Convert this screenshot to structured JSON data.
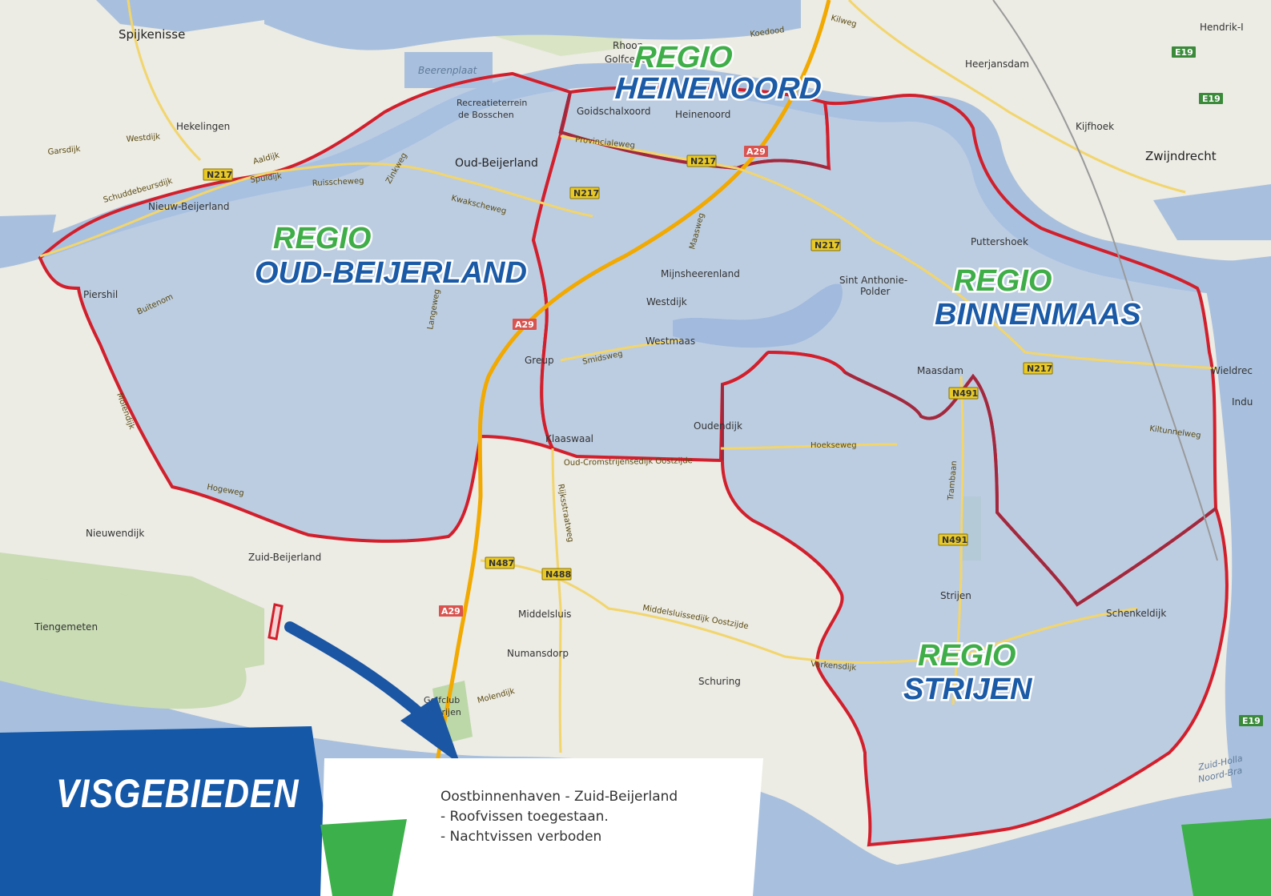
{
  "places": [
    {
      "key": "spijkenisse",
      "label": "Spijkenisse"
    },
    {
      "key": "hekelingen",
      "label": "Hekelingen"
    },
    {
      "key": "beerenplaat",
      "label": "Beerenplaat"
    },
    {
      "key": "rhoon",
      "label": "Rhoon"
    },
    {
      "key": "golfcent",
      "label": "Golfcent"
    },
    {
      "key": "recreatie",
      "label": "Recreatieterrein"
    },
    {
      "key": "bosschen",
      "label": "de Bosschen"
    },
    {
      "key": "goidschalxoord",
      "label": "Goidschalxoord"
    },
    {
      "key": "heinenoord",
      "label": "Heinenoord"
    },
    {
      "key": "oud_beijerland",
      "label": "Oud-Beijerland"
    },
    {
      "key": "nieuw_beijerland",
      "label": "Nieuw-Beijerland"
    },
    {
      "key": "piershil",
      "label": "Piershil"
    },
    {
      "key": "mijnsheerenland",
      "label": "Mijnsheerenland"
    },
    {
      "key": "westdijk",
      "label": "Westdijk"
    },
    {
      "key": "westmaas",
      "label": "Westmaas"
    },
    {
      "key": "greup",
      "label": "Greup"
    },
    {
      "key": "klaaswaal",
      "label": "Klaaswaal"
    },
    {
      "key": "oudendijk",
      "label": "Oudendijk"
    },
    {
      "key": "sint_anthonie",
      "label": "Sint Anthonie-"
    },
    {
      "key": "polder",
      "label": "Polder"
    },
    {
      "key": "puttershoek",
      "label": "Puttershoek"
    },
    {
      "key": "maasdam",
      "label": "Maasdam"
    },
    {
      "key": "heerjansdam",
      "label": "Heerjansdam"
    },
    {
      "key": "kijfhoek",
      "label": "Kijfhoek"
    },
    {
      "key": "zwijndrecht",
      "label": "Zwijndrecht"
    },
    {
      "key": "hendrik",
      "label": "Hendrik-I"
    },
    {
      "key": "wieldrec",
      "label": "Wieldrec"
    },
    {
      "key": "indu",
      "label": "Indu"
    },
    {
      "key": "nieuwendijk",
      "label": "Nieuwendijk"
    },
    {
      "key": "zuid_beijerland",
      "label": "Zuid-Beijerland"
    },
    {
      "key": "tiengemeten",
      "label": "Tiengemeten"
    },
    {
      "key": "middelsluis",
      "label": "Middelsluis"
    },
    {
      "key": "numansdorp",
      "label": "Numansdorp"
    },
    {
      "key": "schuring",
      "label": "Schuring"
    },
    {
      "key": "strijen",
      "label": "Strijen"
    },
    {
      "key": "schenkeldijk",
      "label": "Schenkeldijk"
    },
    {
      "key": "golfclub",
      "label": "Golfclub"
    },
    {
      "key": "cromstrijen",
      "label": "Cromstrijen"
    },
    {
      "key": "zuid_holland",
      "label": "Zuid-Holla"
    },
    {
      "key": "noord_bra",
      "label": "Noord-Bra"
    }
  ],
  "roads": [
    {
      "key": "garsdijk",
      "label": "Garsdijk"
    },
    {
      "key": "westdijk_r",
      "label": "Westdijk"
    },
    {
      "key": "aaldijk",
      "label": "Aaldijk"
    },
    {
      "key": "schuddebeursdijk",
      "label": "Schuddebeursdijk"
    },
    {
      "key": "spuidijk",
      "label": "Spuidijk"
    },
    {
      "key": "ruisscheweg",
      "label": "Ruisscheweg"
    },
    {
      "key": "zinkweg",
      "label": "Zinkweg"
    },
    {
      "key": "kwakscheweg",
      "label": "Kwakscheweg"
    },
    {
      "key": "provincialeweg",
      "label": "Provincialeweg"
    },
    {
      "key": "buitenom",
      "label": "Buitenom"
    },
    {
      "key": "langeweg",
      "label": "Langeweg"
    },
    {
      "key": "maasweg",
      "label": "Maasweg"
    },
    {
      "key": "smidsweg",
      "label": "Smidsweg"
    },
    {
      "key": "hoekseweg",
      "label": "Hoekseweg"
    },
    {
      "key": "oud_cromstrijensedijk",
      "label": "Oud-Cromstrijensedijk Oostzijde"
    },
    {
      "key": "hogeweg",
      "label": "Hogeweg"
    },
    {
      "key": "rijksstraatweg",
      "label": "Rijksstraatweg"
    },
    {
      "key": "middelsluissedijk",
      "label": "Middelsluissedijk Oostzijde"
    },
    {
      "key": "trambaan",
      "label": "Trambaan"
    },
    {
      "key": "kiltunnelweg",
      "label": "Kiltunnelweg"
    },
    {
      "key": "varkensdijk",
      "label": "Varkensdijk"
    },
    {
      "key": "molendijk",
      "label": "Molendijk"
    },
    {
      "key": "koedood",
      "label": "Koedood"
    },
    {
      "key": "kilweg",
      "label": "Kilweg"
    },
    {
      "key": "molendijk_w",
      "label": "Molendijk"
    }
  ],
  "shields": [
    {
      "key": "n217a",
      "label": "N217",
      "color": "#e8c928"
    },
    {
      "key": "n217b",
      "label": "N217",
      "color": "#e8c928"
    },
    {
      "key": "n217c",
      "label": "N217",
      "color": "#e8c928"
    },
    {
      "key": "n217d",
      "label": "N217",
      "color": "#e8c928"
    },
    {
      "key": "n217e",
      "label": "N217",
      "color": "#e8c928"
    },
    {
      "key": "a29a",
      "label": "A29",
      "color": "#d9534f"
    },
    {
      "key": "a29b",
      "label": "A29",
      "color": "#d9534f"
    },
    {
      "key": "a29c",
      "label": "A29",
      "color": "#d9534f"
    },
    {
      "key": "n491a",
      "label": "N491",
      "color": "#e8c928"
    },
    {
      "key": "n491b",
      "label": "N491",
      "color": "#e8c928"
    },
    {
      "key": "n487",
      "label": "N487",
      "color": "#e8c928"
    },
    {
      "key": "n488",
      "label": "N488",
      "color": "#e8c928"
    },
    {
      "key": "e19a",
      "label": "E19",
      "color": "#3a8a3a"
    },
    {
      "key": "e19b",
      "label": "E19",
      "color": "#3a8a3a"
    },
    {
      "key": "e19c",
      "label": "E19",
      "color": "#3a8a3a"
    }
  ],
  "regions": {
    "heinenoord": {
      "line1": "REGIO",
      "line2": "HEINENOORD"
    },
    "oud_beijerland": {
      "line1": "REGIO",
      "line2": "OUD-BEIJERLAND"
    },
    "binnenmaas": {
      "line1": "REGIO",
      "line2": "BINNENMAAS"
    },
    "strijen": {
      "line1": "REGIO",
      "line2": "STRIJEN"
    }
  },
  "colors": {
    "region_fill": "#a9c0e0",
    "region_border": "#d21f2b",
    "inner_border": "#9e2a40",
    "water": "#a8c0dd",
    "land": "#ecebe4",
    "panel_blue": "#1658a8",
    "accent_green": "#3cb04a",
    "arrow_blue": "#1a56a4",
    "highway": "#f2a900",
    "road": "#f2d56b"
  },
  "panel": {
    "title": "VISGEBIEDEN",
    "info_title": "Oostbinnenhaven - Zuid-Beijerland",
    "info_lines": [
      "- Roofvissen toegestaan.",
      "- Nachtvissen verboden"
    ]
  }
}
